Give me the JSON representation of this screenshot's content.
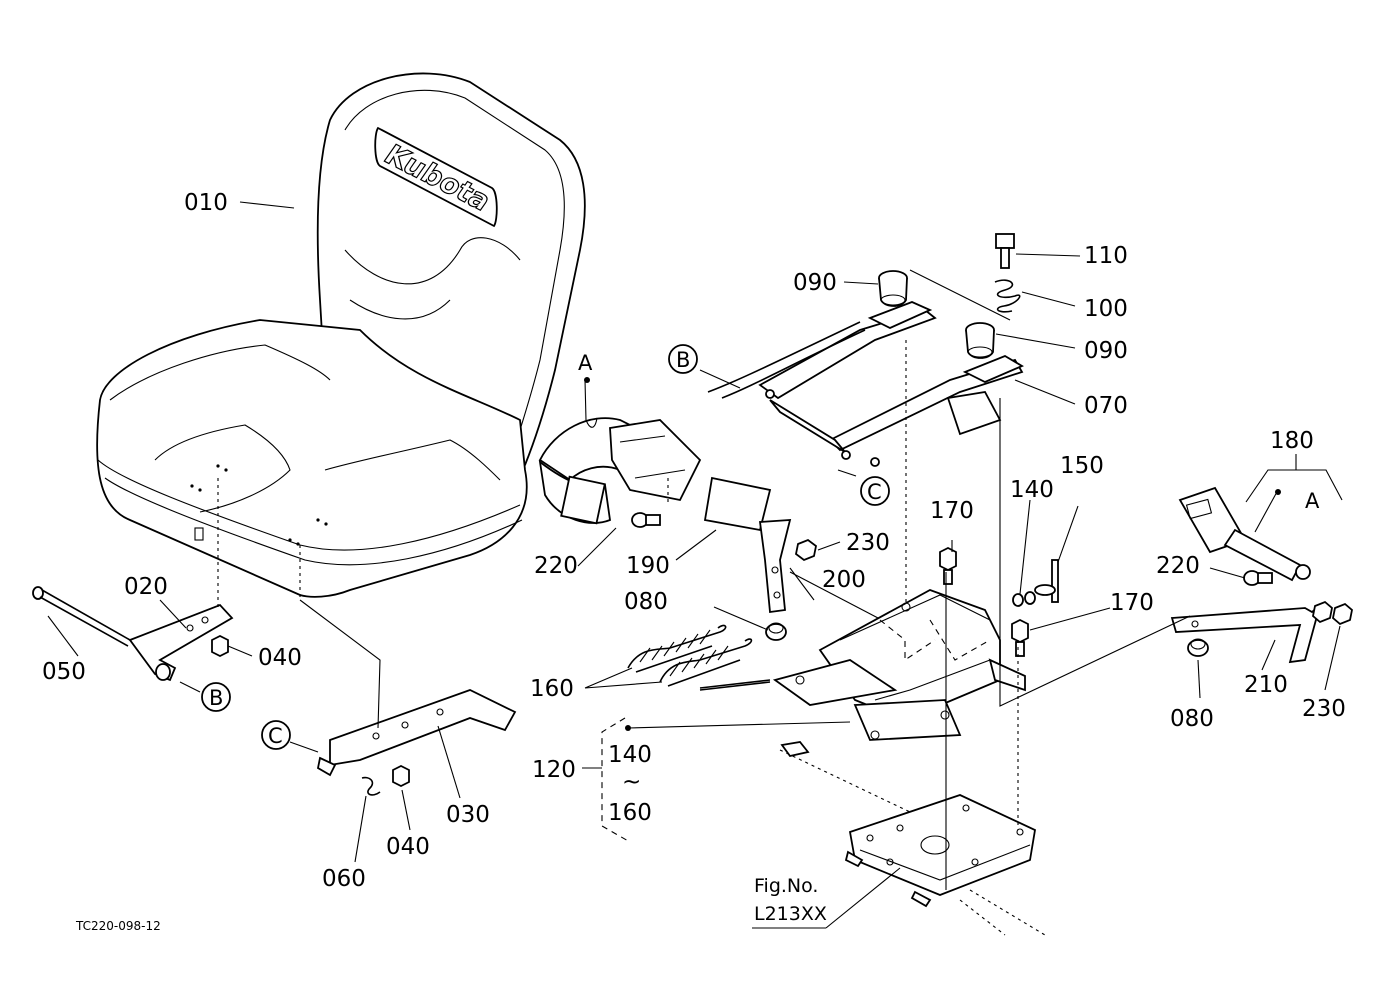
{
  "logo_text": "Kubota",
  "figure_code": "TC220-098-12",
  "reference": {
    "line1": "Fig.No.",
    "line2": "L213XX"
  },
  "callouts": {
    "a": "A",
    "b": "B",
    "c": "C"
  },
  "range": {
    "from": "140",
    "tilde": "~",
    "to": "160"
  },
  "parts": {
    "p010": "010",
    "p020": "020",
    "p030": "030",
    "p040": "040",
    "p050": "050",
    "p060": "060",
    "p070": "070",
    "p080": "080",
    "p090": "090",
    "p100": "100",
    "p110": "110",
    "p120": "120",
    "p140": "140",
    "p150": "150",
    "p160": "160",
    "p170": "170",
    "p180": "180",
    "p190": "190",
    "p200": "200",
    "p210": "210",
    "p220": "220",
    "p230": "230"
  }
}
